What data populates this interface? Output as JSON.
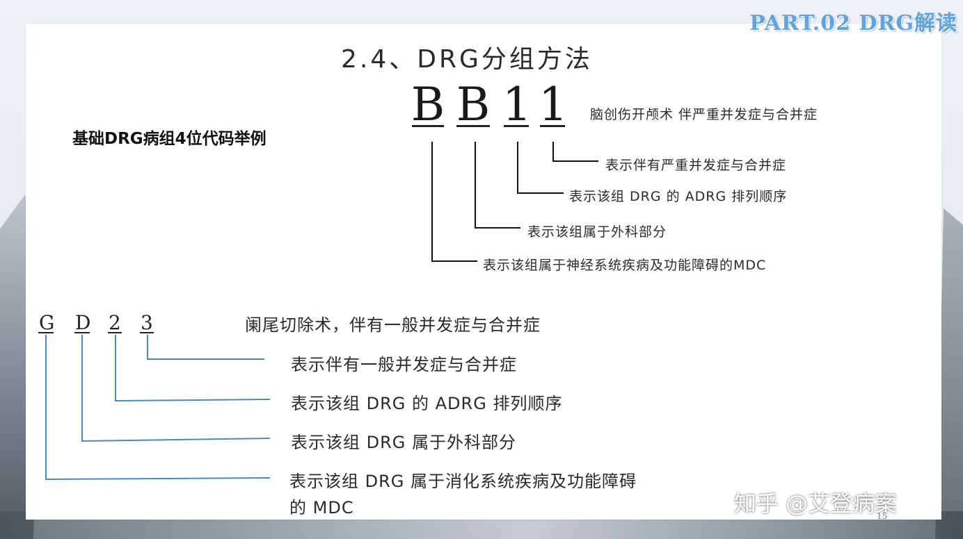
{
  "header": {
    "part_label": "PART.02  DRG解读"
  },
  "title": "2.4、DRG分组方法",
  "subtitle": "基础DRG病组4位代码举例",
  "example1": {
    "code": [
      "B",
      "B",
      "1",
      "1"
    ],
    "description": "脑创伤开颅术 伴严重并发症与合并症",
    "explanations": [
      "表示伴有严重并发症与合并症",
      "表示该组 DRG 的 ADRG 排列顺序",
      "表示该组属于外科部分",
      "表示该组属于神经系统疾病及功能障碍的MDC"
    ],
    "line_color": "#111111"
  },
  "example2": {
    "code": [
      "G",
      "D",
      "2",
      "3"
    ],
    "description": "阑尾切除术，伴有一般并发症与合并症",
    "explanations": [
      "表示伴有一般并发症与合并症",
      "表示该组 DRG 的 ADRG 排列顺序",
      "表示该组 DRG 属于外科部分",
      "表示该组 DRG 属于消化系统疾病及功能障碍",
      "的 MDC"
    ],
    "line_color": "#4f86b8"
  },
  "watermark": "知乎 @艾登病案",
  "page_number": "15",
  "colors": {
    "accent": "#5fa3e0",
    "text": "#2a2a2a",
    "background": "#ffffff"
  }
}
